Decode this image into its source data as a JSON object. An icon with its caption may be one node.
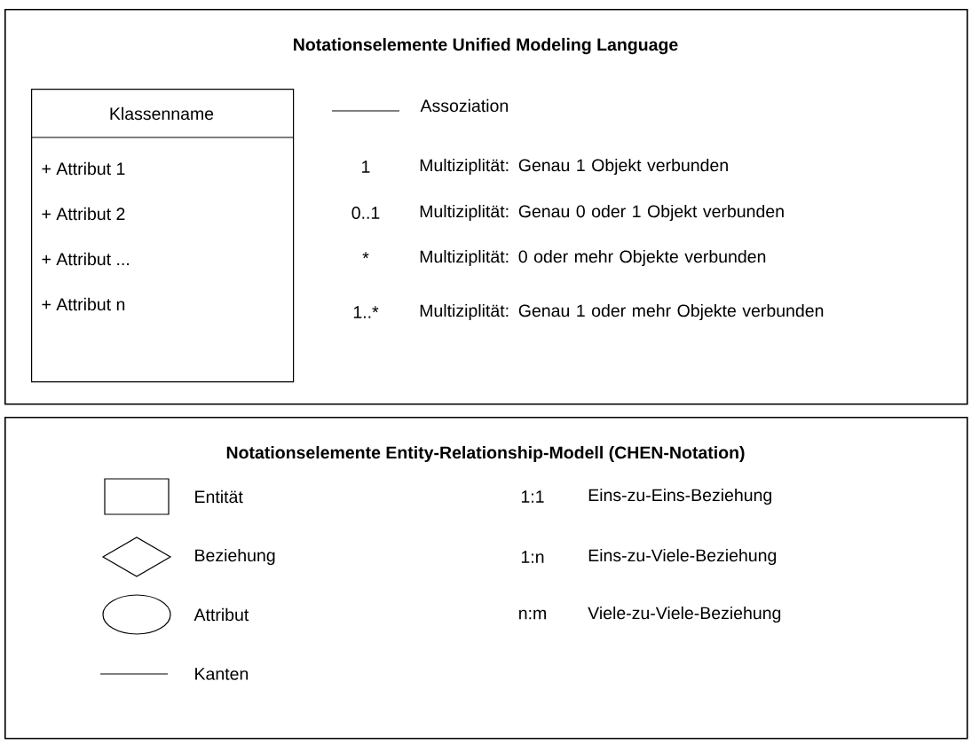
{
  "diagram": {
    "nodes": [
      {
        "text": [
          "Notationselemente Unified Modeling Language"
        ]
      },
      {
        "text": [
          "Klassenname",
          "+ Attribut 1",
          "+ Attribut 2",
          "+ Attribut ...",
          "+ Attribut n"
        ],
        "in": 0
      },
      {
        "text": [
          "Notationselemente Entity-Relationship-Modell (CHEN-Notation)"
        ]
      }
    ],
    "edges": [],
    "labels": [
      "1",
      "Multiziplität: Genau 1 Objekt verbunden",
      "0..1",
      "Multiziplität: Genau 0 oder 1 Objekt verbunden",
      "*",
      "Multiziplität: 0 oder mehr Objekte verbunden",
      "1..*",
      "Multiziplität: Genau 1 oder mehr Objekte verbunden",
      "1:1",
      "Eins-zu-Eins-Beziehung",
      "1:n",
      "Eins-zu-Viele-Beziehung",
      "n:m",
      "Viele-zu-Viele-Beziehung"
    ],
    "legend": [
      {
        "text": "Assoziation"
      },
      {
        "text": "Entität"
      },
      {
        "text": "Beziehung"
      },
      {
        "text": "Attribut"
      },
      {
        "text": "Kanten"
      }
    ]
  }
}
